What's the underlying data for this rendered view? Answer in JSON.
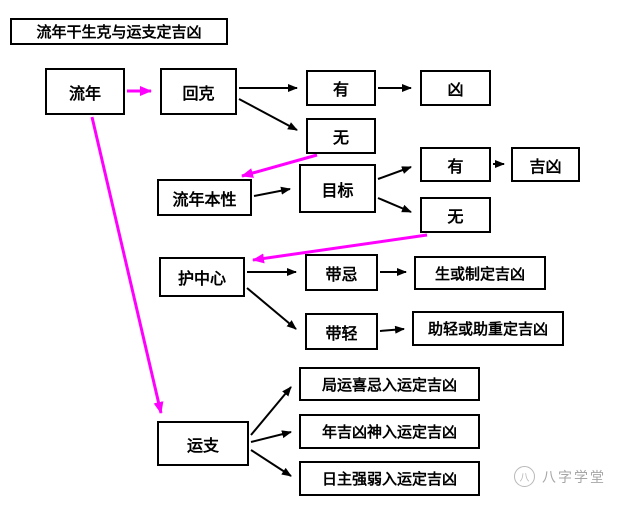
{
  "title": "流年干生克与运支定吉凶",
  "nodes": {
    "liunian": "流年",
    "huike": "回克",
    "you1": "有",
    "xiong": "凶",
    "wu1": "无",
    "benxing": "流年本性",
    "mubiao": "目标",
    "you2": "有",
    "jixiong": "吉凶",
    "wu2": "无",
    "huzhongxin": "护中心",
    "daiji": "带忌",
    "shengzhi": "生或制定吉凶",
    "daiqing": "带轻",
    "zhuqing": "助轻或助重定吉凶",
    "yunzhi": "运支",
    "juyun": "局运喜忌入运定吉凶",
    "nianshen": "年吉凶神入运定吉凶",
    "rizhu": "日主强弱入运定吉凶"
  },
  "edges": [
    {
      "from": "liunian",
      "to": "huike",
      "color": "magenta"
    },
    {
      "from": "huike",
      "to": "you1",
      "color": "black"
    },
    {
      "from": "you1",
      "to": "xiong",
      "color": "black"
    },
    {
      "from": "huike",
      "to": "wu1",
      "color": "black"
    },
    {
      "from": "wu1",
      "to": "benxing",
      "color": "magenta"
    },
    {
      "from": "benxing",
      "to": "mubiao",
      "color": "black"
    },
    {
      "from": "mubiao",
      "to": "you2",
      "color": "black"
    },
    {
      "from": "you2",
      "to": "jixiong",
      "color": "black"
    },
    {
      "from": "mubiao",
      "to": "wu2",
      "color": "black"
    },
    {
      "from": "wu2",
      "to": "huzhongxin",
      "color": "magenta"
    },
    {
      "from": "huzhongxin",
      "to": "daiji",
      "color": "black"
    },
    {
      "from": "daiji",
      "to": "shengzhi",
      "color": "black"
    },
    {
      "from": "huzhongxin",
      "to": "daiqing",
      "color": "black"
    },
    {
      "from": "daiqing",
      "to": "zhuqing",
      "color": "black"
    },
    {
      "from": "liunian",
      "to": "yunzhi",
      "color": "magenta"
    },
    {
      "from": "yunzhi",
      "to": "juyun",
      "color": "black"
    },
    {
      "from": "yunzhi",
      "to": "nianshen",
      "color": "black"
    },
    {
      "from": "yunzhi",
      "to": "rizhu",
      "color": "black"
    }
  ],
  "watermark": {
    "label": "八字学堂",
    "icon_glyph": "八"
  },
  "colors": {
    "arrow_black": "#000000",
    "arrow_magenta": "#ff00ff",
    "box_border": "#000000",
    "background": "#ffffff",
    "watermark_gray": "#a6a6a6"
  }
}
